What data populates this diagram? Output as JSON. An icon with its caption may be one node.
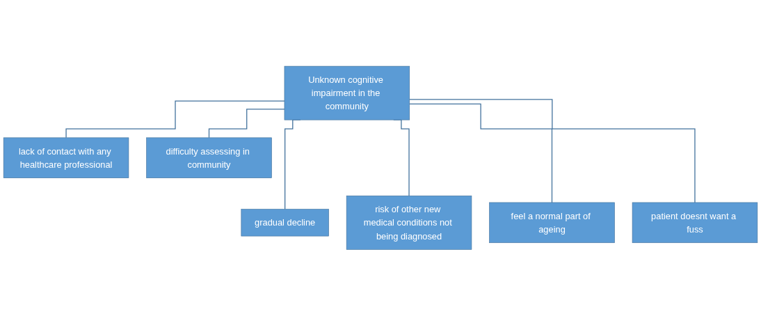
{
  "diagram": {
    "nodes": [
      {
        "text": [
          "Unknown cognitive impairment in the community"
        ]
      },
      {
        "text": [
          "lack of contact with any healthcare professional"
        ]
      },
      {
        "text": [
          "difficulty assessing in community"
        ]
      },
      {
        "text": [
          "gradual decline"
        ]
      },
      {
        "text": [
          "risk of other new medical conditions not being diagnosed"
        ]
      },
      {
        "text": [
          "feel a normal part of ageing"
        ]
      },
      {
        "text": [
          "patient doesnt want a fuss"
        ]
      }
    ],
    "edges": [
      {
        "from": 0,
        "to": 1,
        "arrow": "none"
      },
      {
        "from": 0,
        "to": 2,
        "arrow": "none"
      },
      {
        "from": 0,
        "to": 3,
        "arrow": "none"
      },
      {
        "from": 0,
        "to": 4,
        "arrow": "none"
      },
      {
        "from": 0,
        "to": 5,
        "arrow": "none"
      },
      {
        "from": 0,
        "to": 6,
        "arrow": "none"
      }
    ]
  }
}
